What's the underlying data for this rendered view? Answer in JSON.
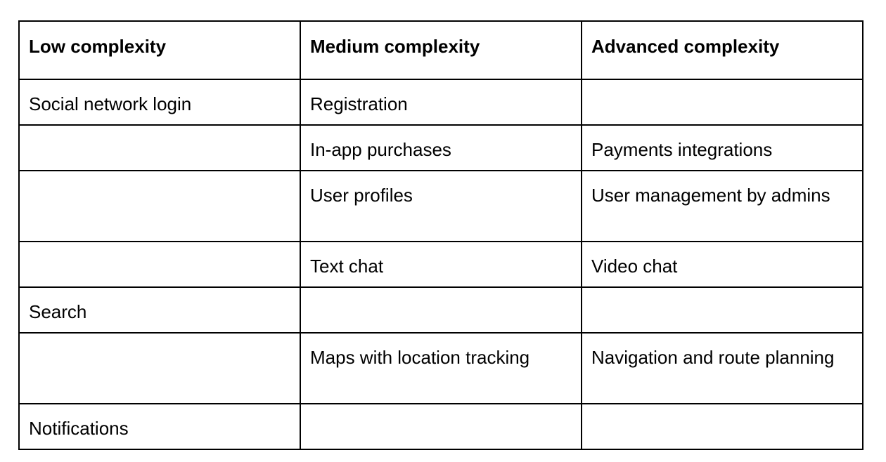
{
  "table": {
    "headers": [
      "Low complexity",
      "Medium complexity",
      "Advanced complexity"
    ],
    "rows": [
      [
        "Social network login",
        "Registration",
        ""
      ],
      [
        "",
        "In-app purchases",
        "Payments integrations"
      ],
      [
        "",
        "User profiles",
        "User management by admins"
      ],
      [
        "",
        "Text chat",
        "Video chat"
      ],
      [
        "Search",
        "",
        ""
      ],
      [
        "",
        "Maps with location tracking",
        "Navigation and route planning"
      ],
      [
        "Notifications",
        "",
        ""
      ]
    ]
  }
}
